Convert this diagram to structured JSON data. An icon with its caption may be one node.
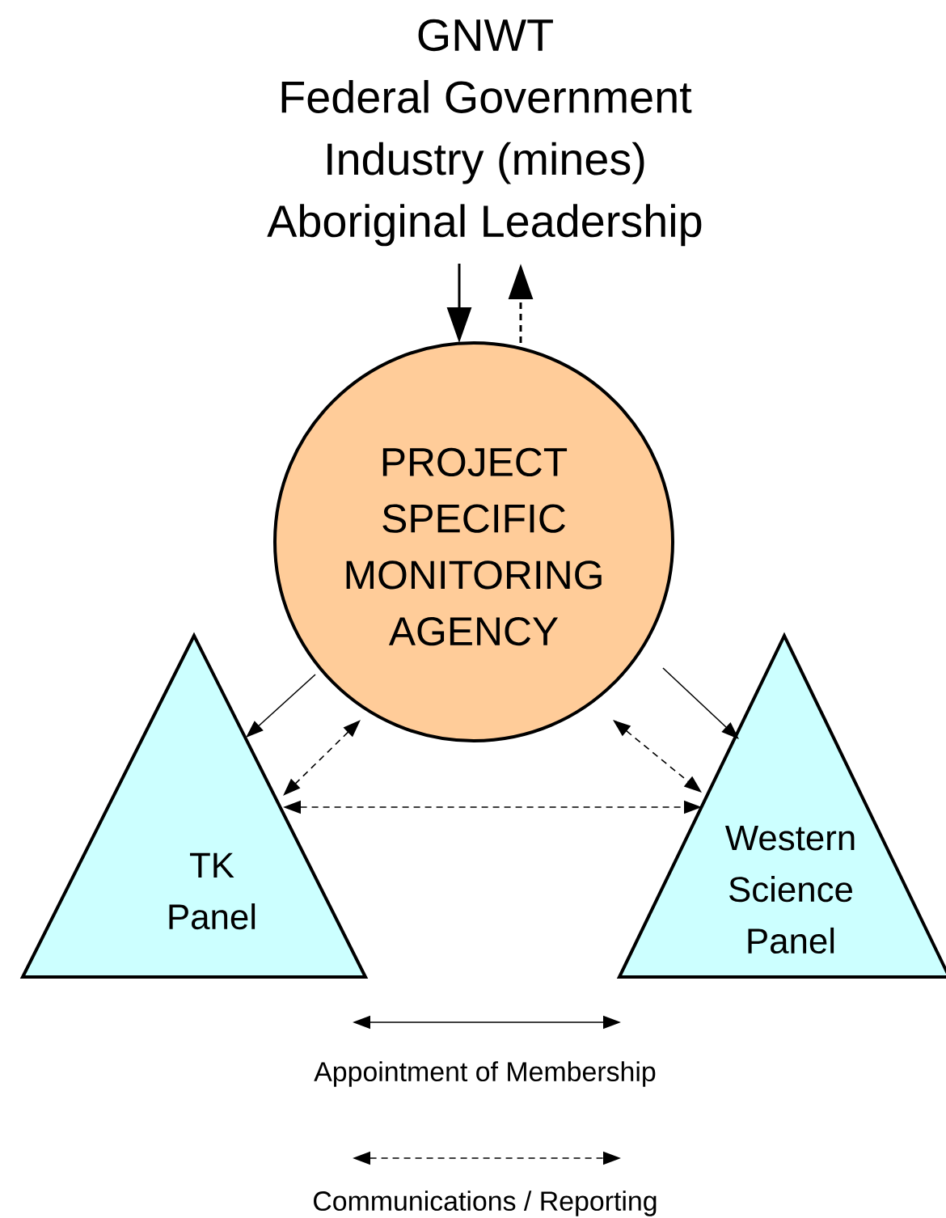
{
  "diagram": {
    "nodes": [
      {
        "text": [
          "GNWT",
          "Federal Government",
          "Industry (mines)",
          "Aboriginal Leadership"
        ]
      },
      {
        "text": [
          "PROJECT SPECIFIC MONITORING AGENCY"
        ]
      },
      {
        "text": [
          "TK Panel"
        ]
      },
      {
        "text": [
          "Western Science Panel"
        ]
      }
    ],
    "edges": [
      {
        "from": 0,
        "to": 1,
        "arrow": "to"
      },
      {
        "from": 1,
        "to": 0,
        "arrow": "to",
        "style": "dashed"
      },
      {
        "from": 1,
        "to": 2,
        "arrow": "to"
      },
      {
        "from": 1,
        "to": 3,
        "arrow": "to"
      },
      {
        "from": 1,
        "to": 2,
        "arrow": "both",
        "style": "dashed"
      },
      {
        "from": 1,
        "to": 3,
        "arrow": "both",
        "style": "dashed"
      },
      {
        "from": 2,
        "to": 3,
        "arrow": "both",
        "style": "dashed"
      }
    ],
    "legend": [
      {
        "text": "Appointment of Membership"
      },
      {
        "text": "Communications / Reporting"
      }
    ]
  }
}
